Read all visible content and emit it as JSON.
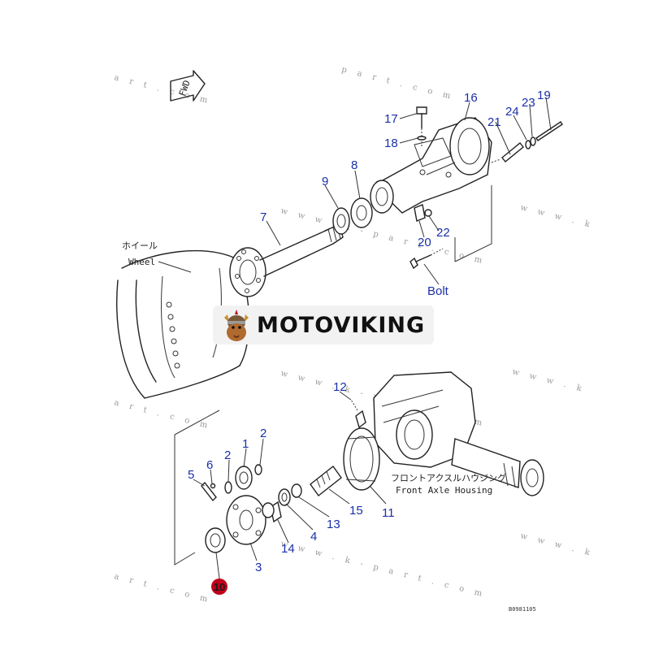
{
  "callouts": {
    "c1": "1",
    "c2a": "2",
    "c2b": "2",
    "c3": "3",
    "c4": "4",
    "c5": "5",
    "c6": "6",
    "c7": "7",
    "c8": "8",
    "c9": "9",
    "c10": "10",
    "c11": "11",
    "c12": "12",
    "c13": "13",
    "c14": "14",
    "c15": "15",
    "c16": "16",
    "c17": "17",
    "c18": "18",
    "c19": "19",
    "c20": "20",
    "c21": "21",
    "c22": "22",
    "c23": "23",
    "c24": "24",
    "bolt": "Bolt"
  },
  "labels": {
    "fwd": "FWD",
    "wheel_jp": "ホイール",
    "wheel_en": "Wheel",
    "housing_jp": "フロントアクスルハウジング",
    "housing_en": "Front Axle Housing",
    "diagram_code": "B0981105"
  },
  "watermark": {
    "text1": "p a r t . c o m",
    "text2": "a r t . c o m",
    "text3": "w w w . k - p a r t . c o m",
    "text4": "w w w . k - p a r t . c o m",
    "text5": "w w w . k - p a r t . c o m",
    "text6": "w w w . k - p a r t . c o m",
    "text7": "a r t . c o m",
    "text8": "w w w . k - p a r t . c o m",
    "text9": "w w w . k",
    "text10": "w w w . k",
    "text11": "a r t . c o m",
    "text12": "w w w . k"
  },
  "banner": {
    "brand": "MOTOVIKING"
  },
  "colors": {
    "callout": "#1a2fa8",
    "highlight_badge": "#c0001a",
    "banner_bg": "#f2f2f2"
  }
}
